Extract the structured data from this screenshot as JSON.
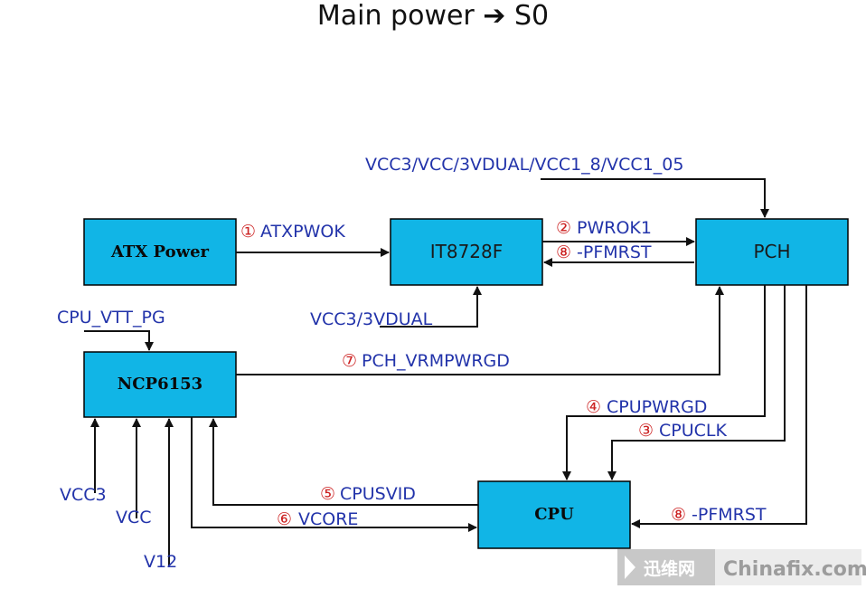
{
  "title": "Main power ➔ S0",
  "blocks": {
    "atx": "ATX Power",
    "it": "IT8728F",
    "pch": "PCH",
    "ncp": "NCP6153",
    "cpu": "CPU"
  },
  "signals": {
    "s1_num": "①",
    "s1": "ATXPWOK",
    "s2_num": "②",
    "s2": "PWROK1",
    "s8a_num": "⑧",
    "s8a": "-PFMRST",
    "s7_num": "⑦",
    "s7": "PCH_VRMPWRGD",
    "s4_num": "④",
    "s4": "CPUPWRGD",
    "s3_num": "③",
    "s3": "CPUCLK",
    "s5_num": "⑤",
    "s5": "CPUSVID",
    "s6_num": "⑥",
    "s6": "VCORE",
    "s8b_num": "⑧",
    "s8b": "-PFMRST"
  },
  "rails": {
    "pch_in": "VCC3/VCC/3VDUAL/VCC1_8/VCC1_05",
    "it_in": "VCC3/3VDUAL",
    "ncp_pg": "CPU_VTT_PG",
    "vcc3": "VCC3",
    "vcc": "VCC",
    "v12": "V12"
  },
  "watermark": {
    "cn": "迅维网",
    "en": "Chinafix.com"
  }
}
